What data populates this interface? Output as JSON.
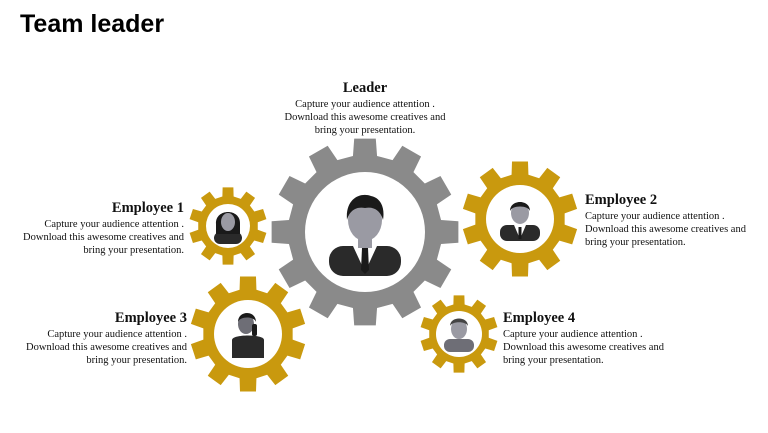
{
  "title": "Team leader",
  "colors": {
    "leader_gear": "#8a8a8a",
    "employee_gear": "#c9990e",
    "gear_hub": "#ffffff",
    "icon_dark": "#2a2a2a",
    "icon_grey": "#9a9aa3"
  },
  "people": [
    {
      "role": "leader",
      "heading": "Leader",
      "lines": [
        "Capture your audience attention .",
        "Download this awesome creatives and",
        "bring your presentation."
      ],
      "icon": "male-leader-avatar-icon"
    },
    {
      "role": "employee-1",
      "heading": "Employee 1",
      "lines": [
        "Capture your audience attention .",
        "Download this awesome creatives and",
        "bring your presentation."
      ],
      "icon": "female-avatar-icon"
    },
    {
      "role": "employee-2",
      "heading": "Employee 2",
      "lines": [
        "Capture your audience attention .",
        "Download this awesome creatives and",
        "bring your presentation."
      ],
      "icon": "male-suit-avatar-icon"
    },
    {
      "role": "employee-3",
      "heading": "Employee 3",
      "lines": [
        "Capture your audience attention .",
        "Download this awesome creatives and",
        "bring your presentation."
      ],
      "icon": "male-phone-avatar-icon"
    },
    {
      "role": "employee-4",
      "heading": "Employee 4",
      "lines": [
        "Capture your audience attention .",
        "Download this awesome creatives and",
        "bring your presentation."
      ],
      "icon": "male-casual-avatar-icon"
    }
  ]
}
